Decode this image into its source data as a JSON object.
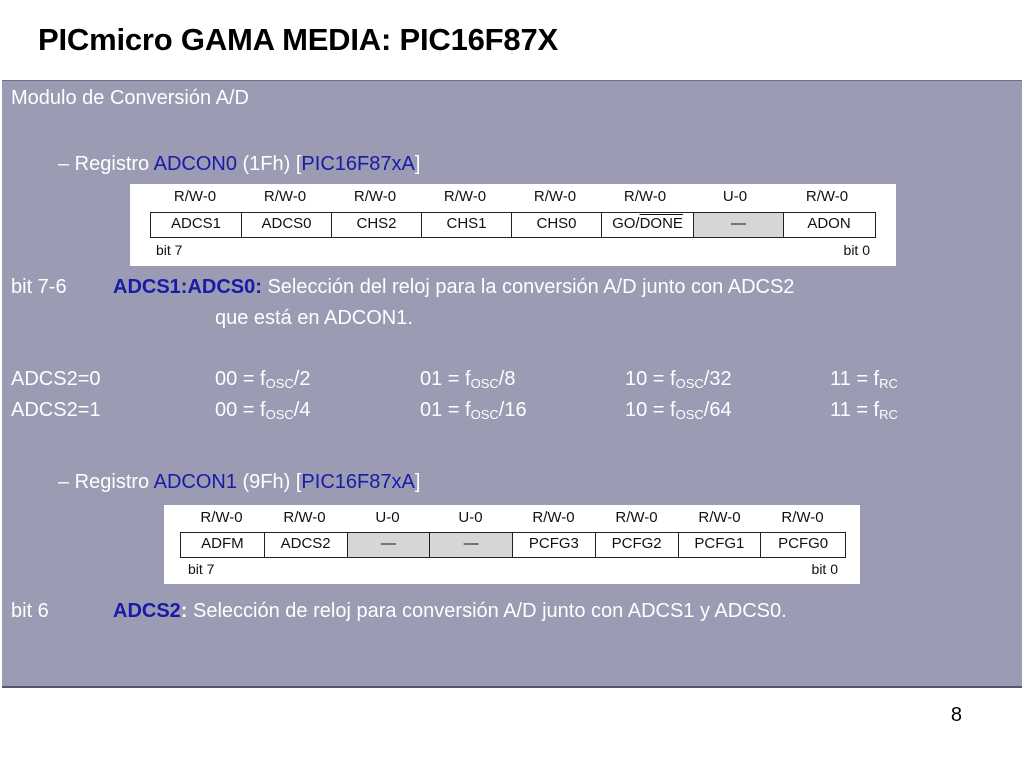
{
  "slide": {
    "title": "PICmicro GAMA MEDIA: PIC16F87X",
    "page_number": "8"
  },
  "section_heading": "Modulo de Conversión A/D",
  "adcon0": {
    "prefix": "– Registro ",
    "name": "ADCON0",
    "addr": " (1Fh) [",
    "chip": "PIC16F87xA",
    "close": "]",
    "access": [
      "R/W-0",
      "R/W-0",
      "R/W-0",
      "R/W-0",
      "R/W-0",
      "R/W-0",
      "U-0",
      "R/W-0"
    ],
    "bits": [
      "ADCS1",
      "ADCS0",
      "CHS2",
      "CHS1",
      "CHS0",
      "GO/",
      "—",
      "ADON"
    ],
    "go_done_overline": "DONE",
    "bit_hi": "bit 7",
    "bit_lo": "bit 0"
  },
  "bit76": {
    "label": "bit 7-6",
    "name": "ADCS1:ADCS0:",
    "desc": " Selección del reloj para la conversión A/D  junto con ADCS2",
    "desc2": "que está en ADCON1."
  },
  "adcs_table": {
    "row0": {
      "label": "ADCS2=0",
      "c00": "00 = f",
      "s00": "OSC",
      "v00": "/2",
      "c01": "01 = f",
      "s01": "OSC",
      "v01": "/8",
      "c10": "10 = f",
      "s10": "OSC",
      "v10": "/32",
      "c11": "11 = f",
      "s11": "RC"
    },
    "row1": {
      "label": "ADCS2=1",
      "c00": "00 = f",
      "s00": "OSC",
      "v00": "/4",
      "c01": "01 = f",
      "s01": "OSC",
      "v01": "/16",
      "c10": "10 = f",
      "s10": "OSC",
      "v10": "/64",
      "c11": "11 = f",
      "s11": "RC"
    }
  },
  "adcon1": {
    "prefix": "– Registro ",
    "name": "ADCON1",
    "addr": " (9Fh) [",
    "chip": "PIC16F87xA",
    "close": "]",
    "access": [
      "R/W-0",
      "R/W-0",
      "U-0",
      "U-0",
      "R/W-0",
      "R/W-0",
      "R/W-0",
      "R/W-0"
    ],
    "bits": [
      "ADFM",
      "ADCS2",
      "—",
      "—",
      "PCFG3",
      "PCFG2",
      "PCFG1",
      "PCFG0"
    ],
    "bit_hi": "bit 7",
    "bit_lo": "bit 0"
  },
  "bit6": {
    "label": "bit 6",
    "name": "ADCS2",
    "colon": ":",
    "desc": " Selección de reloj para conversión A/D junto con ADCS1 y ADCS0."
  }
}
